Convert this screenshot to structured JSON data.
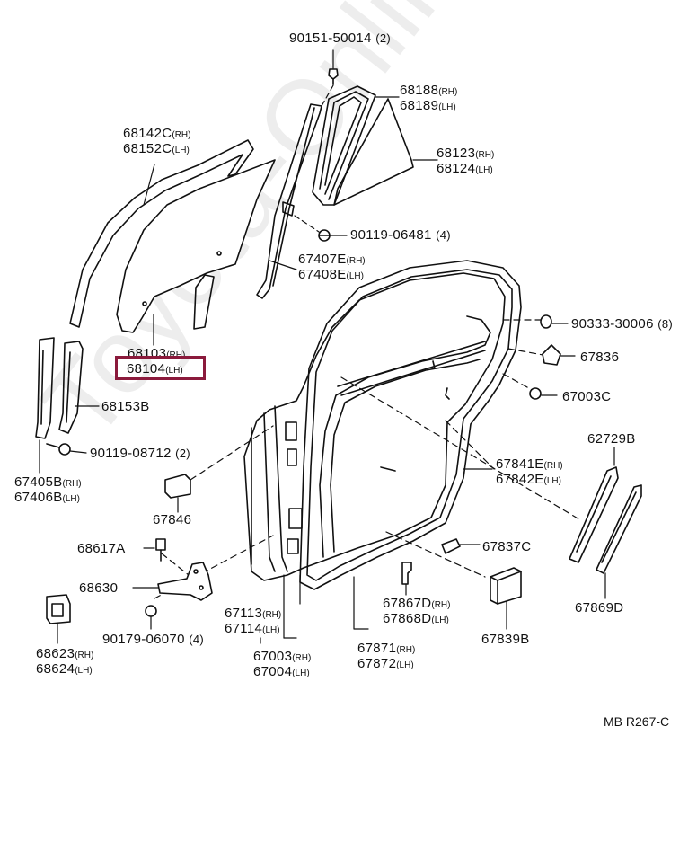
{
  "watermark": "Toyota-Online.ru",
  "reference_code": "MB R267-C",
  "highlighted_part": "68104",
  "side_labels": {
    "rh": "(RH)",
    "lh": "(LH)"
  },
  "parts": {
    "p90151": {
      "number": "90151-50014",
      "qty": "(2)"
    },
    "p68188": {
      "number": "68188",
      "side": "(RH)"
    },
    "p68189": {
      "number": "68189",
      "side": "(LH)"
    },
    "p68142c": {
      "number": "68142C",
      "side": "(RH)"
    },
    "p68152c": {
      "number": "68152C",
      "side": "(LH)"
    },
    "p68123": {
      "number": "68123",
      "side": "(RH)"
    },
    "p68124": {
      "number": "68124",
      "side": "(LH)"
    },
    "p90119a": {
      "number": "90119-06481",
      "qty": "(4)"
    },
    "p67407e": {
      "number": "67407E",
      "side": "(RH)"
    },
    "p67408e": {
      "number": "67408E",
      "side": "(LH)"
    },
    "p90333": {
      "number": "90333-30006",
      "qty": "(8)"
    },
    "p68103": {
      "number": "68103",
      "side": "(RH)"
    },
    "p68104": {
      "number": "68104",
      "side": "(LH)"
    },
    "p67836": {
      "number": "67836"
    },
    "p68153b": {
      "number": "68153B"
    },
    "p67003c": {
      "number": "67003C"
    },
    "p62729b": {
      "number": "62729B"
    },
    "p90119b": {
      "number": "90119-08712",
      "qty": "(2)"
    },
    "p67405b": {
      "number": "67405B",
      "side": "(RH)"
    },
    "p67406b": {
      "number": "67406B",
      "side": "(LH)"
    },
    "p67841e": {
      "number": "67841E",
      "side": "(RH)"
    },
    "p67842e": {
      "number": "67842E",
      "side": "(LH)"
    },
    "p67846": {
      "number": "67846"
    },
    "p68617a": {
      "number": "68617A"
    },
    "p67837c": {
      "number": "67837C"
    },
    "p68630": {
      "number": "68630"
    },
    "p67867d": {
      "number": "67867D",
      "side": "(RH)"
    },
    "p67868d": {
      "number": "67868D",
      "side": "(LH)"
    },
    "p67869d": {
      "number": "67869D"
    },
    "p67113": {
      "number": "67113",
      "side": "(RH)"
    },
    "p67114": {
      "number": "67114",
      "side": "(LH)"
    },
    "p90179": {
      "number": "90179-06070",
      "qty": "(4)"
    },
    "p67839b": {
      "number": "67839B"
    },
    "p68623": {
      "number": "68623",
      "side": "(RH)"
    },
    "p68624": {
      "number": "68624",
      "side": "(LH)"
    },
    "p67003": {
      "number": "67003",
      "side": "(RH)"
    },
    "p67004": {
      "number": "67004",
      "side": "(LH)"
    },
    "p67871": {
      "number": "67871",
      "side": "(RH)"
    },
    "p67872": {
      "number": "67872",
      "side": "(LH)"
    }
  },
  "colors": {
    "line": "#111111",
    "highlight": "#8b1a3c",
    "watermark": "#ededed"
  }
}
